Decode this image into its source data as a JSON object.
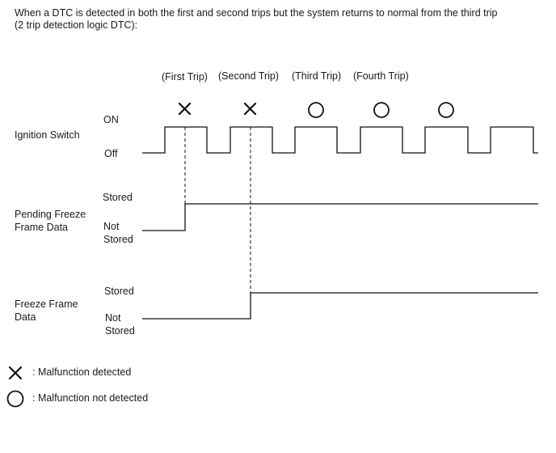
{
  "caption": {
    "line1": "When a DTC is detected in both the first and second trips but the system returns to normal from the third trip",
    "line2": "(2 trip detection logic DTC):"
  },
  "trips": [
    "(First Trip)",
    "(Second Trip)",
    "(Third Trip)",
    "(Fourth Trip)"
  ],
  "trip_results": [
    "x",
    "x",
    "o",
    "o",
    "o"
  ],
  "ignition": {
    "label": "Ignition Switch",
    "on": "ON",
    "off": "Off"
  },
  "pending": {
    "label_line1": "Pending Freeze",
    "label_line2": "Frame Data",
    "stored": "Stored",
    "not_line1": "Not",
    "not_line2": "Stored"
  },
  "freeze": {
    "label_line1": "Freeze Frame",
    "label_line2": "Data",
    "stored": "Stored",
    "not_line1": "Not",
    "not_line2": "Stored"
  },
  "legend": {
    "cross_label": ": Malfunction detected",
    "circle_label": ": Malfunction not detected",
    "cross_icon": "cross-icon",
    "circle_icon": "circle-icon"
  }
}
